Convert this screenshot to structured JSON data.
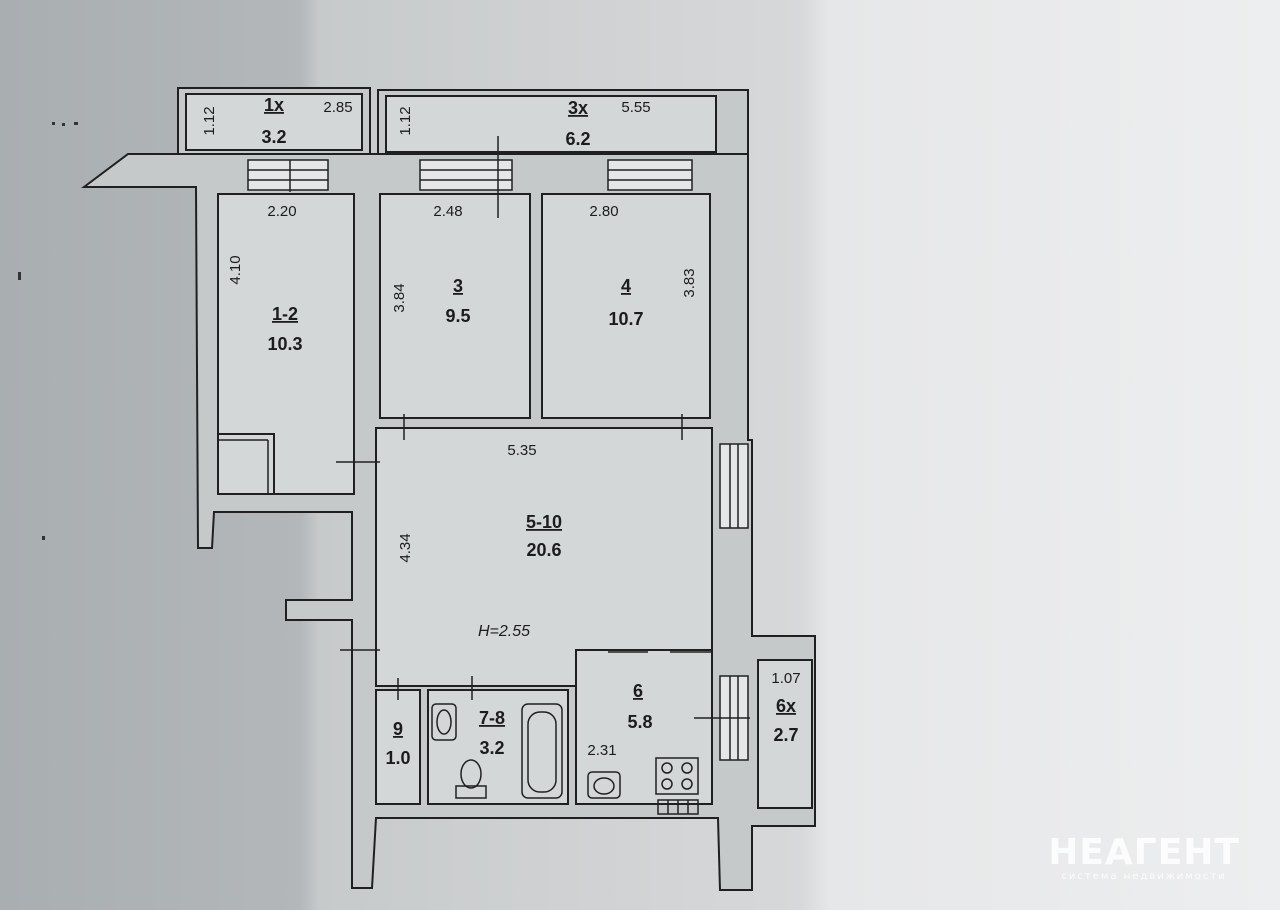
{
  "rooms": [
    {
      "id": "1x",
      "area": "3.2"
    },
    {
      "id": "3x",
      "area": "6.2"
    },
    {
      "id": "1-2",
      "area": "10.3"
    },
    {
      "id": "3",
      "area": "9.5"
    },
    {
      "id": "4",
      "area": "10.7"
    },
    {
      "id": "5-10",
      "area": "20.6"
    },
    {
      "id": "9",
      "area": "1.0"
    },
    {
      "id": "7-8",
      "area": "3.2"
    },
    {
      "id": "6",
      "area": "5.8"
    },
    {
      "id": "6x",
      "area": "2.7"
    }
  ],
  "dimensions": [
    "1.12",
    "2.85",
    "1.12",
    "5.55",
    "2.20",
    "2.48",
    "2.80",
    "4.10",
    "3.84",
    "3.83",
    "5.35",
    "4.34",
    "2.31",
    "1.07"
  ],
  "ceiling_height": "H=2.55",
  "watermark": {
    "brand": "НЕАГЕНТ",
    "tagline": "система недвижимости"
  }
}
